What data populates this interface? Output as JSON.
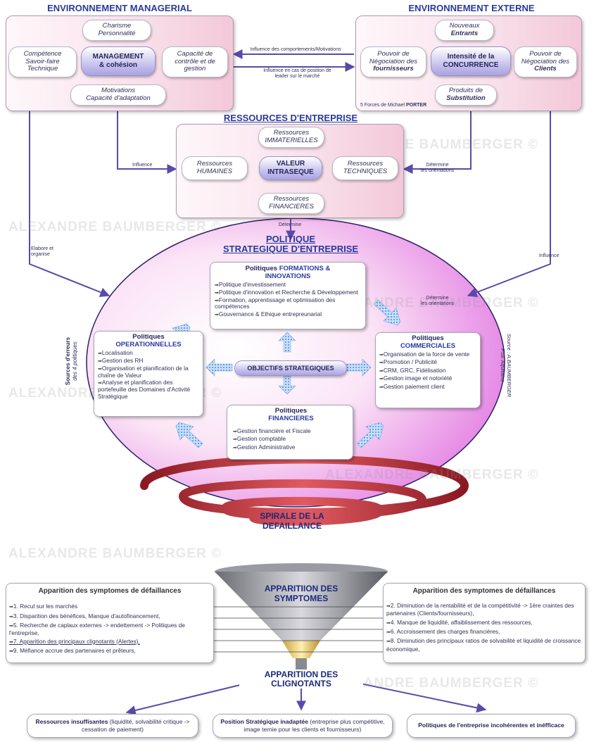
{
  "env_managerial": {
    "title": "ENVIRONNEMENT MANAGERIAL",
    "center_line1": "MANAGEMENT",
    "center_line2": "& cohésion",
    "top_line1": "Charisme",
    "top_line2": "Personnalité",
    "left_line1": "Compétence",
    "left_line2": "Savoir-faire",
    "left_line3": "Technique",
    "right_line1": "Capacité de",
    "right_line2": "contrôle et de",
    "right_line3": "gestion",
    "bottom_line1": "Motivations",
    "bottom_line2": "Capacité d'adaptation"
  },
  "env_externe": {
    "title": "ENVIRONNEMENT EXTERNE",
    "center_line1": "Intensité de la",
    "center_line2": "CONCURRENCE",
    "top_line1": "Nouveaux",
    "top_line2": "Entrants",
    "left_line1": "Pouvoir de",
    "left_line2": "Négociation des",
    "left_line3": "fournisseurs",
    "right_line1": "Pouvoir de",
    "right_line2": "Négociation des",
    "right_line3": "Clients",
    "bottom_line1": "Produits de",
    "bottom_line2": "Substitution",
    "caption_prefix": "5 Forces de Michael",
    "caption_name": "PORTER"
  },
  "links": {
    "influence_comportements": "Influence des comportements/Motivations",
    "influence_position_1": "Influence en cas de position de",
    "influence_position_2": "leader sur le marché",
    "influence_left": "Influence",
    "determine_right_1": "Détermine",
    "determine_right_2": "les orientations",
    "determine_center": "Détermine",
    "elabore_1": "Elabore et",
    "elabore_2": "organise",
    "influence_far_right": "Influence",
    "determine_orient_1": "Détermine",
    "determine_orient_2": "les orientations"
  },
  "ressources": {
    "title": "RESSOURCES D'ENTREPRISE",
    "center_line1": "VALEUR",
    "center_line2": "INTRASEQUE",
    "top_line1": "Ressources",
    "top_line2": "IMMATERIELLES",
    "left_line1": "Ressources",
    "left_line2": "HUMAINES",
    "right_line1": "Ressources",
    "right_line2": "TECHNIQUES",
    "bottom_line1": "Ressources",
    "bottom_line2": "FINANCIERES"
  },
  "politique": {
    "title_line1": "POLITIQUE",
    "title_line2": "STRATEGIQUE D'ENTREPRISE",
    "objectifs": "OBJECTIFS STRATEGIQUES",
    "sources_line1": "Sources d'erreurs",
    "sources_line2": "des 4 politiques",
    "source_line1": "Source : A.BAUMBERGER",
    "source_line2": "FSE Aquitaine",
    "formations": {
      "title_prefix": "Politiques",
      "title_main": "FORMATIONS &",
      "title_main2": "INNOVATIONS",
      "items": [
        "Politique d'investissement",
        "Politique d'innovation et Recherche & Développement",
        "Formation, apprentissage et optimisation des compétences",
        "Gouvernance & Ethique entrepreunarial"
      ]
    },
    "operationnelles": {
      "title_prefix": "Politiques",
      "title_main": "OPERATIONNELLES",
      "items": [
        "Localisation",
        "Gestion des RH",
        "Organisation et planification de la chaîne de Valeur",
        "Analyse et planification des portefeuille des Domaines d'Activité Stratégique"
      ]
    },
    "commerciales": {
      "title_prefix": "Politiques",
      "title_main": "COMMERCIALES",
      "items": [
        "Organisation de la force de vente",
        "Promotion / Publicité",
        "CRM, GRC, Fidélisation",
        "Gestion image et notoriété",
        "Gestion paiement client"
      ]
    },
    "financieres": {
      "title_prefix": "Politiques",
      "title_main": "FINANCIERES",
      "items": [
        "Gestion financière et Fiscale",
        "Gestion comptable",
        "Gestion Administrative"
      ]
    }
  },
  "spirale": {
    "line1": "SPIRALE DE LA",
    "line2": "DEFAILLANCE"
  },
  "funnel": {
    "line1": "APPARITIION DES",
    "line2": "SYMPTOMES"
  },
  "symptomes_left": {
    "title": "Apparition des symptomes de défaillances",
    "items": [
      "1. Recul sur les marchés",
      "3. Disparition des bénéfices, Manque d'autofinancement,",
      "5. Recherche de caplaux externes -> endettement -> Politiques de l'entreprise,",
      "7. Apparition des principaux clignotants (Alertes),",
      "9. Méfiance accrue des partenaires et prêteurs,"
    ]
  },
  "symptomes_right": {
    "title": "Apparition des symptomes de défaillances",
    "items": [
      "2. Diminution de la rentabilité et de la compétitivité -> 1ère craintes des partenaires (Clients/fournisseurs),",
      "4. Manque de liquidité, affaiblissement des ressources,",
      "6. Accroissement des charges financières,",
      "8. Diminution des principaux ratios de solvabilité et liquidité de croissance économique,"
    ]
  },
  "clignotants": {
    "line1": "APPARITIION DES",
    "line2": "CLIGNOTANTS"
  },
  "bottom": {
    "left_bold": "Ressources insuffisantes",
    "left_rest": " (liquidité, solvabilité critique -> cessation de paiement)",
    "mid_bold": "Position Stratégique inadaptée",
    "mid_rest": " (entreprise plus compétitive, image ternie pour les clients et fournisseurs)",
    "right_bold": "Politiques de l'entreprise incohérentes et inéfficace"
  },
  "watermark": "ALEXANDRE BAUMBERGER ©",
  "colors": {
    "title_blue": "#2a3a9a",
    "pink": "#f3c8d8",
    "magenta": "#e070e0",
    "spiral_red": "#c8303a"
  }
}
